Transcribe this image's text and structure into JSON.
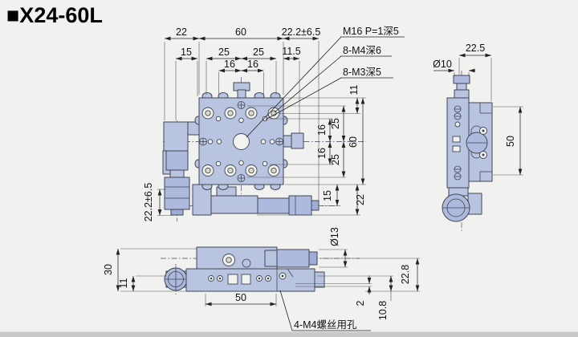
{
  "title": "■X24-60L",
  "front": {
    "top": {
      "seg1": "22",
      "seg2": "60",
      "seg3": "22.2±6.5",
      "seg4": "15",
      "seg5": "25",
      "seg6": "25",
      "seg7": "11.5",
      "seg8": "16",
      "seg9": "16"
    },
    "right": {
      "r11": "11",
      "r25a": "25",
      "r16a": "16",
      "r16b": "16",
      "r25b": "25",
      "r60": "60",
      "r15": "15",
      "r22": "22"
    },
    "left": {
      "travel": "22.2±6.5"
    },
    "callouts": {
      "m16": "M16 P=1深5",
      "m4": "8-M4深6",
      "m3": "8-M3深5"
    }
  },
  "side": {
    "dia10": "Ø10",
    "w225": "22.5",
    "h50": "50"
  },
  "bottom": {
    "h30": "30",
    "h11": "11",
    "w50": "50",
    "dia13": "Ø13",
    "h228": "22.8",
    "h2": "2",
    "h108": "10.8",
    "callout": "4-M4螺丝用孔"
  },
  "colors": {
    "part_fill": "#b9c4e1",
    "background": "#f1f1ef",
    "line_color": "#3f4654",
    "dim_color": "#222222"
  }
}
